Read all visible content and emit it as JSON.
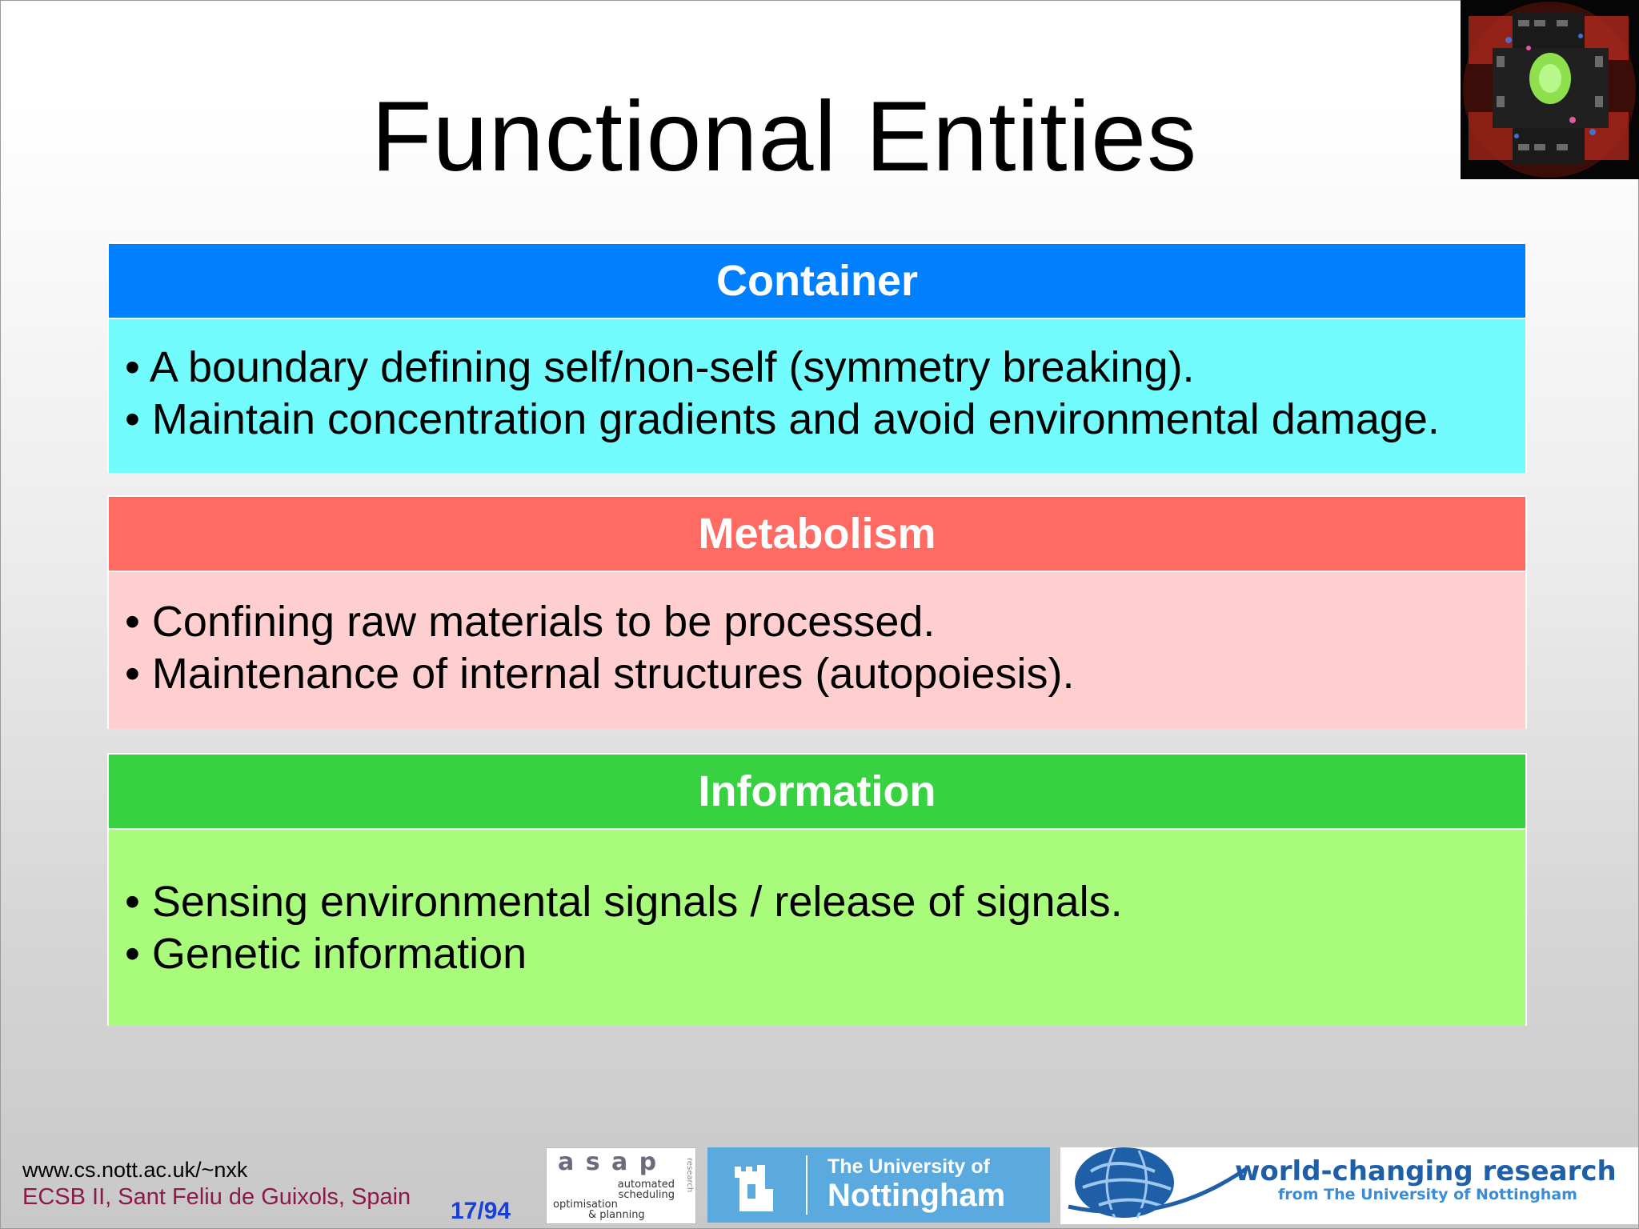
{
  "slide": {
    "title": "Functional Entities",
    "page": "17/94"
  },
  "sections": [
    {
      "heading": "Container",
      "head_color": "#0080ff",
      "body_color": "#73fcfd",
      "items": [
        "• A boundary defining self/non-self (symmetry breaking).",
        "• Maintain concentration gradients and avoid environmental damage."
      ]
    },
    {
      "heading": "Metabolism",
      "head_color": "#ff6a62",
      "body_color": "#ffcfcf",
      "items": [
        "• Confining raw materials to be processed.",
        "• Maintenance of internal structures (autopoiesis)."
      ]
    },
    {
      "heading": "Information",
      "head_color": "#38d142",
      "body_color": "#a9fb7b",
      "items": [
        "• Sensing environmental signals / release of signals.",
        "• Genetic information"
      ]
    }
  ],
  "footer": {
    "url": "www.cs.nott.ac.uk/~nxk",
    "conference": "ECSB II, Sant Feliu de Guixols, Spain"
  },
  "logos": {
    "asap": {
      "name": "a s a p",
      "lines": [
        "automated",
        "scheduling",
        "optimisation",
        "& planning"
      ],
      "side": "research"
    },
    "nottingham": {
      "line1": "The University of",
      "line2": "Nottingham"
    },
    "world": {
      "line1": "world-changing research",
      "line2": "from The University of Nottingham"
    }
  }
}
